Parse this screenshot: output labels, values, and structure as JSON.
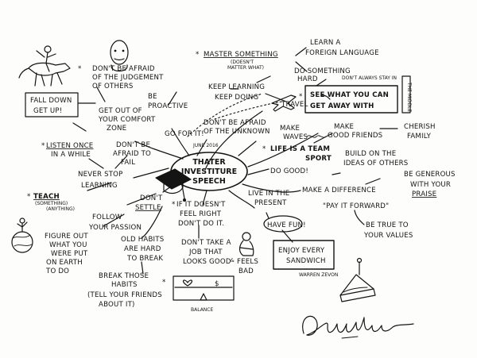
{
  "center": {
    "lines": [
      "THATER",
      "INVESTITURE",
      "SPEECH"
    ],
    "date": "JUNE 2016"
  },
  "nodes": {
    "dont_be_afraid_judgement": [
      "DON'T BE AFRAID",
      "OF THE JUDGEMENT",
      "OF OTHERS"
    ],
    "master_something": "MASTER SOMETHING",
    "master_note": [
      "(DOESN'T",
      "MATTER WHAT)"
    ],
    "learn_language": [
      "LEARN A",
      "FOREIGN LANGUAGE"
    ],
    "do_something_hard": [
      "DO SOMETHING",
      "HARD"
    ],
    "dont_always_stay_in": "DON'T ALWAYS STAY IN",
    "the_middle": "THE MIDDLE",
    "see_what": [
      "SEE WHAT YOU CAN",
      "GET AWAY WITH"
    ],
    "keep_learning": "KEEP LEARNING",
    "keep_doing": "KEEP DOING",
    "travel": "TRAVEL",
    "be_proactive": [
      "BE",
      "PROACTIVE"
    ],
    "fall_down": [
      "FALL DOWN",
      "GET UP!"
    ],
    "comfort_zone": [
      "GET OUT OF",
      "YOUR COMFORT",
      "ZONE"
    ],
    "afraid_unknown": [
      "DON'T BE AFRAID",
      "OF THE UNKNOWN"
    ],
    "go_for_it": "GO FOR IT!",
    "make_waves": [
      "MAKE",
      "WAVES"
    ],
    "make_good_friends": [
      "MAKE",
      "GOOD FRIENDS"
    ],
    "cherish_family": [
      "CHERISH",
      "FAMILY"
    ],
    "listen_once": [
      "LISTEN ONCE",
      "IN A WHILE"
    ],
    "afraid_to_fail": [
      "DON'T BE",
      "AFRAID TO",
      "FAIL"
    ],
    "life_team_sport": [
      "LIFE IS A TEAM",
      "SPORT"
    ],
    "build_ideas": [
      "BUILD ON THE",
      "IDEAS OF OTHERS"
    ],
    "do_good": "DO GOOD!",
    "never_stop": [
      "NEVER STOP",
      "LEARNING"
    ],
    "be_generous": [
      "BE GENEROUS",
      "WITH YOUR",
      "PRAISE"
    ],
    "make_difference": "MAKE A DIFFERENCE",
    "pay_forward": "\"PAY IT FORWARD\"",
    "teach": "TEACH",
    "teach_note": [
      "(SOMETHING)",
      "(ANYTHING)"
    ],
    "dont_settle": [
      "DON'T",
      "SETTLE"
    ],
    "doesnt_feel_right": [
      "IF IT DOESN'T",
      "FEEL RIGHT",
      "DON'T DO IT."
    ],
    "live_present": [
      "LIVE IN THE",
      "PRESENT"
    ],
    "be_true": [
      "BE TRUE TO",
      "YOUR VALUES"
    ],
    "follow_passion": [
      "FOLLOW",
      "YOUR PASSION"
    ],
    "have_fun": "HAVE FUN!",
    "figure_out": [
      "FIGURE OUT",
      "WHAT YOU",
      "WERE PUT",
      "ON EARTH",
      "TO DO"
    ],
    "old_habits": [
      "OLD HABITS",
      "ARE HARD",
      "TO BREAK"
    ],
    "dont_take_job": [
      "DON'T TAKE A",
      "JOB THAT",
      "LOOKS GOOD"
    ],
    "feels_bad": [
      "FEELS",
      "BAD"
    ],
    "enjoy_sandwich": [
      "ENJOY EVERY",
      "SANDWICH"
    ],
    "warren_zevon": "WARREN ZEVON",
    "break_habits": [
      "BREAK THOSE",
      "HABITS",
      "(TELL YOUR FRIENDS",
      "ABOUT IT)"
    ],
    "balance": "BALANCE",
    "balance_dollar": "$",
    "signature": "David Haller"
  },
  "palette": {
    "ink": "#141414",
    "paper": "#fdfdfb"
  }
}
